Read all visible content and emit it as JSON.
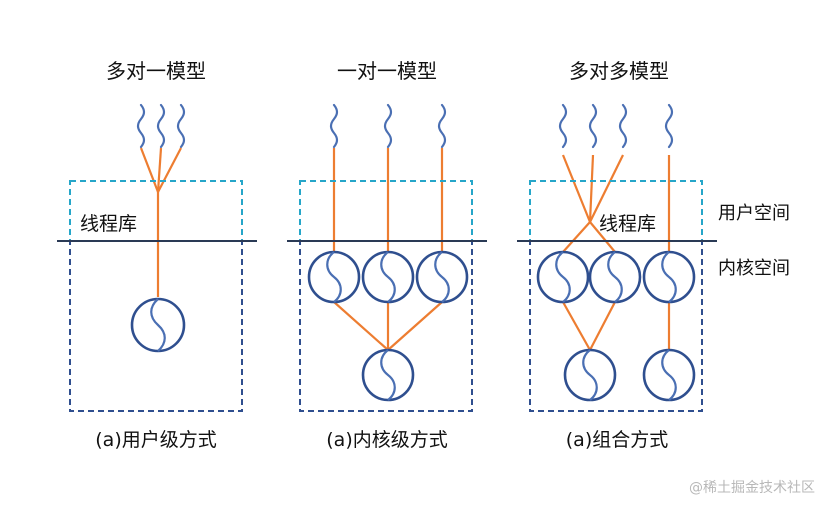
{
  "panels": [
    {
      "title": "多对一模型",
      "caption": "(a)用户级方式",
      "library_label": "线程库"
    },
    {
      "title": "一对一模型",
      "caption": "(a)内核级方式"
    },
    {
      "title": "多对多模型",
      "caption": "(a)组合方式",
      "library_label": "线程库"
    }
  ],
  "side_labels": {
    "user_space": "用户空间",
    "kernel_space": "内核空间"
  },
  "watermark": "@稀土掘金技术社区",
  "colors": {
    "mapping_line": "#ed7d31",
    "thread_wave": "#4a6fb3",
    "user_space_box": "#26a6c9",
    "kernel_space_box": "#2f4f8f",
    "kernel_thread": "#2f4f8f"
  }
}
